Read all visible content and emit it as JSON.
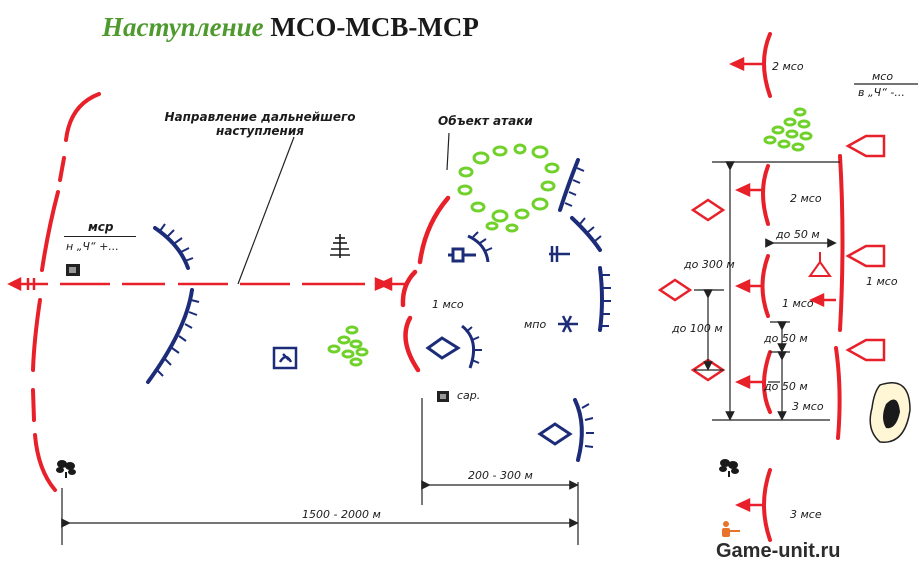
{
  "title": {
    "part1": "Наступление",
    "part2": "МСО-МСВ-МСР",
    "part1_color": "#4f9a2e",
    "part2_color": "#1a1a1a"
  },
  "labels": {
    "direction_line1": "Направление дальнейшего",
    "direction_line2": "наступления",
    "attack_object": "Объект атаки",
    "msr": "мср",
    "msr_time": "н „Ч“ +...",
    "mso1_main": "1 мсо",
    "sar_main": "сар.",
    "mpo": "мпо",
    "dist_200_300": "200 - 300 м",
    "dist_1500_2000": "1500 - 2000 м",
    "right_2mso_top": "2 мсо",
    "right_mso": "мсо",
    "right_mso_time": "в „Ч“ -...",
    "right_2mso": "2 мсо",
    "right_do50_top": "до 50 м",
    "right_do300": "до 300 м",
    "right_1mso_mid": "1 мсо",
    "right_1mso_side": "1 мсо",
    "right_do100": "до 100 м",
    "right_do50_mid": "до 50 м",
    "right_do50_low": "до 50 м",
    "right_3mso_mid": "3 мсо",
    "right_3mso_bottom": "3 мсе"
  },
  "watermark": "Game-unit.ru",
  "colors": {
    "friendly": "#e8202a",
    "enemy": "#1c2c78",
    "terrain": "#6fd12a",
    "ink": "#222222"
  },
  "icons": [
    "tree-icon",
    "forest-icon",
    "artillery-icon",
    "tank-icon",
    "command-post-icon"
  ]
}
